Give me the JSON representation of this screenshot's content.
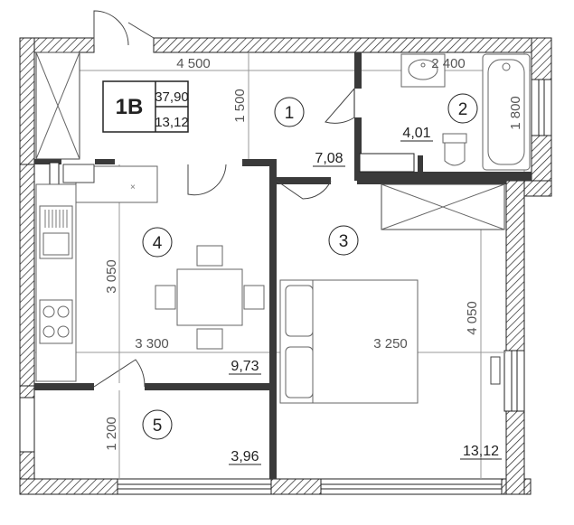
{
  "unit": {
    "code": "1В",
    "total_area": "37,90",
    "living_area": "13,12"
  },
  "rooms": [
    {
      "number": "1",
      "area": "7,08"
    },
    {
      "number": "2",
      "area": "4,01"
    },
    {
      "number": "3",
      "area": "13,12"
    },
    {
      "number": "4",
      "area": "9,73"
    },
    {
      "number": "5",
      "area": "3,96"
    }
  ],
  "dimensions": {
    "hall_width": "4 500",
    "hall_depth": "1 500",
    "bath_width": "2 400",
    "bath_depth": "1 800",
    "kitchen_depth": "3 050",
    "kitchen_width": "3 300",
    "bedroom_width": "3 250",
    "bedroom_depth": "4 050",
    "balcony_depth": "1 200"
  },
  "colors": {
    "wall": "#3a3a3a",
    "line": "#444444",
    "background": "#ffffff"
  }
}
